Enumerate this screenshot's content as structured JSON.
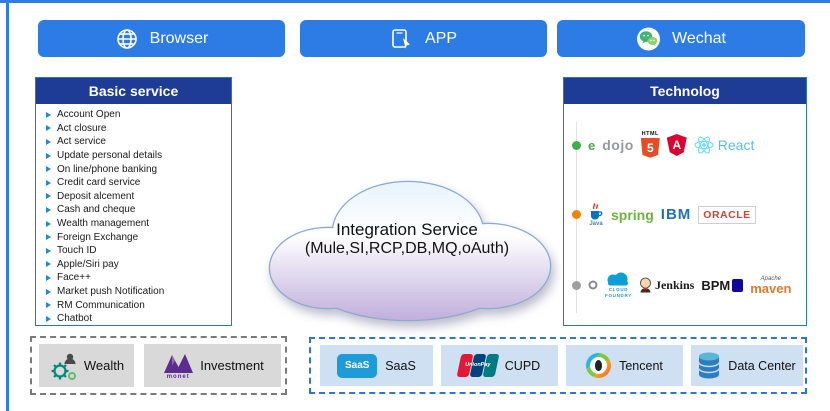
{
  "channels": {
    "browser": "Browser",
    "app": "APP",
    "wechat": "Wechat"
  },
  "basic_service": {
    "title": "Basic service",
    "items": [
      "Account Open",
      "Act closure",
      "Act service",
      "Update personal details",
      "On line/phone banking",
      "Credit card service",
      "Deposit alcement",
      "Cash and cheque",
      "Wealth management",
      "Foreign Exchange",
      "Touch ID",
      "Apple/Siri pay",
      "Face++",
      "Market push Notification",
      "RM Communication",
      "Chatbot"
    ]
  },
  "cloud": {
    "title": "Integration Service",
    "subtitle": "(Mule,SI,RCP,DB,MQ,oAuth)"
  },
  "technology": {
    "title": "Technolog",
    "row1": {
      "ember": "e",
      "dojo": "dojo",
      "html_label": "HTML",
      "html5": "5",
      "angular": "A",
      "react": "React"
    },
    "row2": {
      "java": "Java",
      "spring": "spring",
      "ibm": "IBM",
      "oracle": "ORACLE"
    },
    "row3": {
      "cf1": "CLOUD",
      "cf2": "FOUNDRY",
      "jenkins": "Jenkins",
      "bpm": "BPM",
      "maven_apache": "Apache",
      "maven": "maven"
    }
  },
  "wealth_group": {
    "wealth": "Wealth",
    "investment": "Investment",
    "monet": "monet"
  },
  "platform_group": {
    "saas_badge": "SaaS",
    "saas_label": "SaaS",
    "unionpay_badge": "UnionPay",
    "cupd_label": "CUPD",
    "tencent_label": "Tencent",
    "data_center_label": "Data Center"
  },
  "colors": {
    "primary_blue": "#2d7ce5",
    "header_navy": "#1e3c96",
    "dashed_blue": "#2e75d8",
    "dashed_gray": "#7a7a7a",
    "item_blue_bg": "#cfe0f2",
    "item_gray_bg": "#d9d9d9"
  }
}
